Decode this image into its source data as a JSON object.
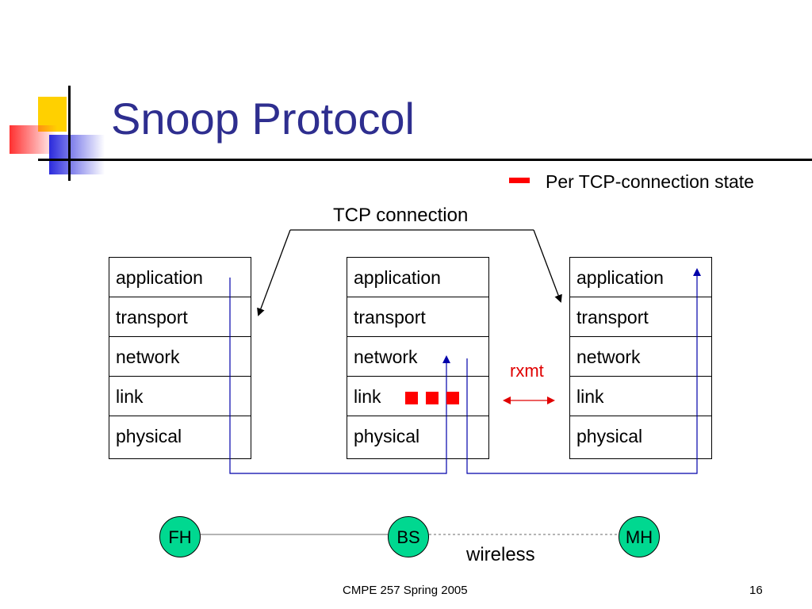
{
  "title": "Snoop Protocol",
  "legend": {
    "text": "Per TCP-connection state",
    "color": "#ff0000"
  },
  "connection_label": "TCP connection",
  "stacks": [
    {
      "id": "fh",
      "layers": [
        "application",
        "transport",
        "network",
        "link",
        "physical"
      ]
    },
    {
      "id": "bs",
      "layers": [
        "application",
        "transport",
        "network",
        "link",
        "physical"
      ]
    },
    {
      "id": "mh",
      "layers": [
        "application",
        "transport",
        "network",
        "link",
        "physical"
      ]
    }
  ],
  "rxmt_label": "rxmt",
  "nodes": {
    "fh": "FH",
    "bs": "BS",
    "mh": "MH"
  },
  "wireless_label": "wireless",
  "footer": {
    "course": "CMPE 257  Spring 2005",
    "page": "16"
  },
  "colors": {
    "title": "#2e2e8f",
    "path": "#0000aa",
    "node_fill": "#00d890",
    "state": "#ff0000"
  }
}
